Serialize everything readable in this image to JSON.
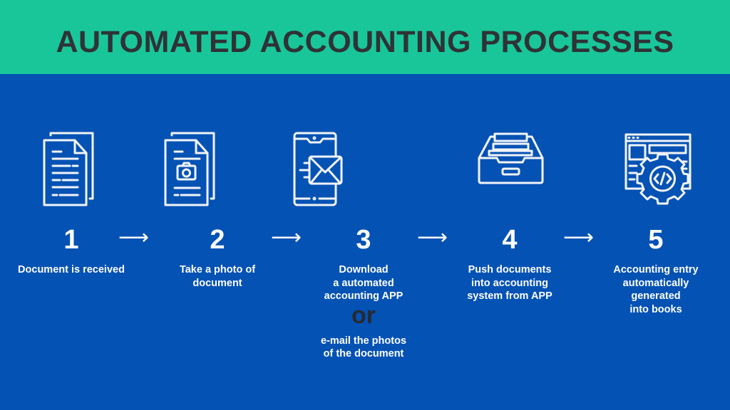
{
  "title": "AUTOMATED ACCOUNTING PROCESSES",
  "steps": [
    {
      "number": "1",
      "label": "Document is received",
      "icon": "document-icon"
    },
    {
      "number": "2",
      "label": "Take a photo of\ndocument",
      "icon": "document-camera-icon"
    },
    {
      "number": "3",
      "label": "Download\na automated\naccounting APP",
      "icon": "phone-email-icon",
      "or": "or",
      "alt": "e-mail the photos\nof the document"
    },
    {
      "number": "4",
      "label": "Push documents\ninto accounting\nsystem from APP",
      "icon": "file-drawer-icon"
    },
    {
      "number": "5",
      "label": "Accounting entry\nautomatically\ngenerated\ninto books",
      "icon": "browser-gear-icon"
    }
  ],
  "arrow": "⟶",
  "colors": {
    "header": "#19c699",
    "background": "#0452b4",
    "title": "#2f3236"
  }
}
